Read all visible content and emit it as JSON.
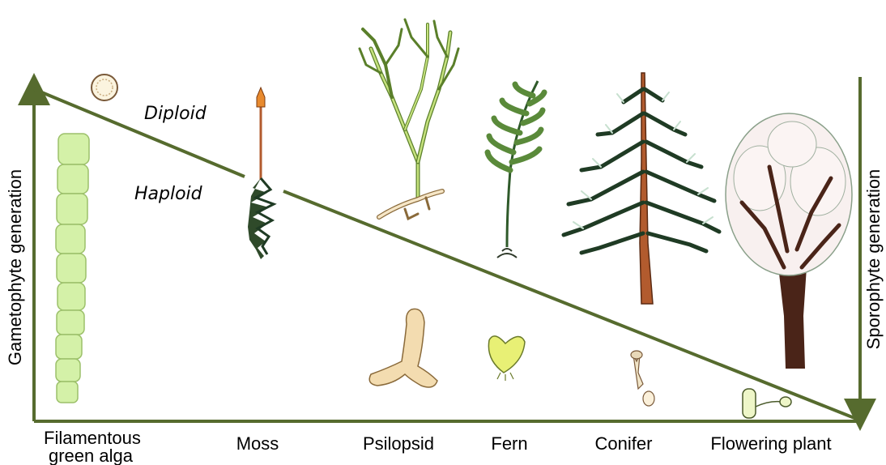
{
  "axes": {
    "left_label": "Gametophyte generation",
    "right_label": "Sporophyte generation"
  },
  "generation_labels": {
    "diploid": "Diploid",
    "haploid": "Haploid"
  },
  "taxa": [
    {
      "id": "alga",
      "label_lines": [
        "Filamentous",
        "green alga"
      ]
    },
    {
      "id": "moss",
      "label_lines": [
        "Moss"
      ]
    },
    {
      "id": "psilopsid",
      "label_lines": [
        "Psilopsid"
      ]
    },
    {
      "id": "fern",
      "label_lines": [
        "Fern"
      ]
    },
    {
      "id": "conifer",
      "label_lines": [
        "Conifer"
      ]
    },
    {
      "id": "flowering",
      "label_lines": [
        "Flowering plant"
      ]
    }
  ],
  "colors": {
    "axis_line": "#566b2e",
    "alga_fill": "#d4f1a8",
    "alga_stroke": "#9cc06a",
    "stem_brown": "#b25b2e",
    "dark_green": "#1f3b24",
    "light_green": "#a9d25a",
    "tan": "#f3dcb0",
    "yellow_green": "#e8f075"
  }
}
